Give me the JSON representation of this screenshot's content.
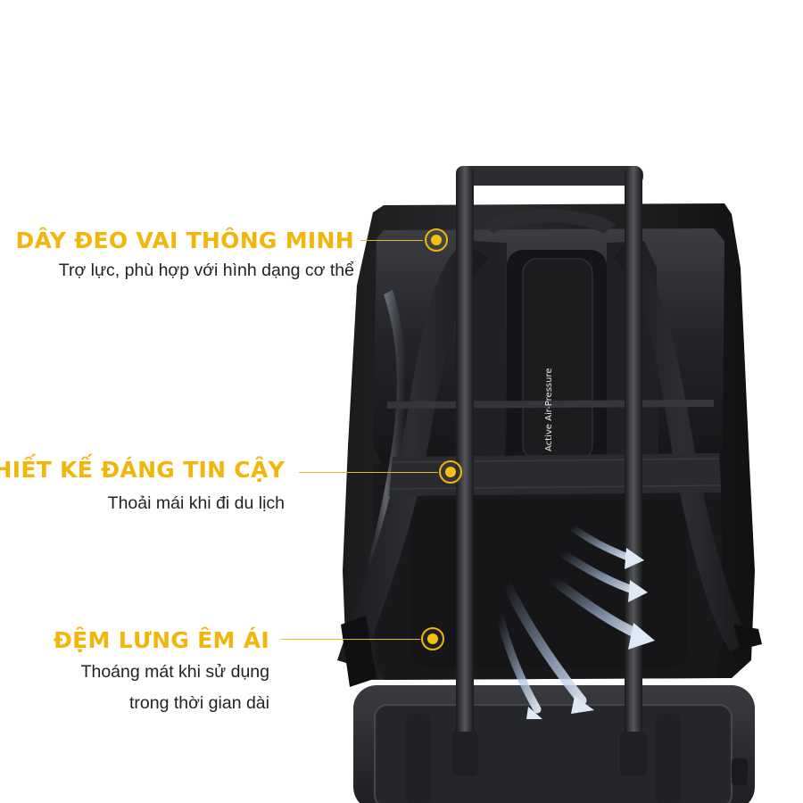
{
  "features": [
    {
      "title": "DÂY ĐEO VAI THÔNG MINH",
      "description": [
        "Trợ lực, phù hợp với hình dạng cơ thể"
      ],
      "marker_icon": "highlight-dot-icon"
    },
    {
      "title": "THIẾT KẾ ĐÁNG TIN CẬY",
      "description": [
        "Thoải mái khi đi du lịch"
      ],
      "marker_icon": "highlight-dot-icon"
    },
    {
      "title": "ĐỆM LƯNG ÊM ÁI",
      "description": [
        "Thoáng mát khi sử dụng",
        "trong thời gian dài"
      ],
      "marker_icon": "highlight-dot-icon"
    }
  ],
  "product": {
    "back_panel_label": "Active Air-Pressure"
  },
  "colors": {
    "accent": "#f1b609",
    "text": "#222222",
    "bag": "#1f1f21",
    "luggage": "#2a2b2e",
    "airflow": "#8ea6c7",
    "background": "#ffffff"
  }
}
